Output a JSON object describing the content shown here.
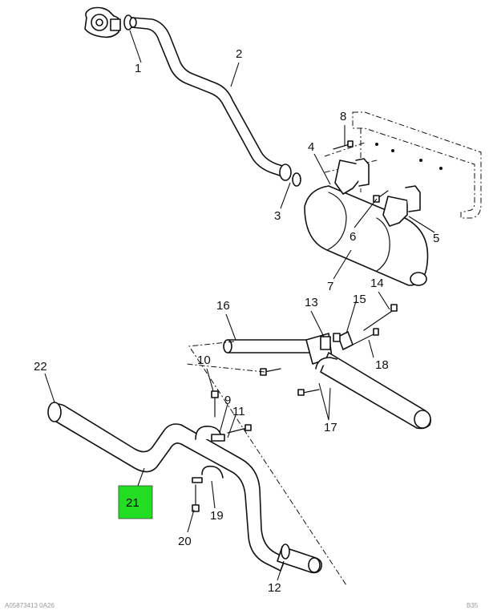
{
  "highlight_color": "#22dd22",
  "callouts": {
    "c1": "1",
    "c2": "2",
    "c3": "3",
    "c4": "4",
    "c5": "5",
    "c6": "6",
    "c7": "7",
    "c8": "8",
    "c9": "9",
    "c10": "10",
    "c11": "11",
    "c12": "12",
    "c13": "13",
    "c14": "14",
    "c15": "15",
    "c16": "16",
    "c17": "17",
    "c18": "18",
    "c19": "19",
    "c20": "20",
    "c21": "21",
    "c22": "22"
  },
  "highlighted_callout": "c21",
  "footer": {
    "left": "A05873413 0A26",
    "right": "B35"
  }
}
